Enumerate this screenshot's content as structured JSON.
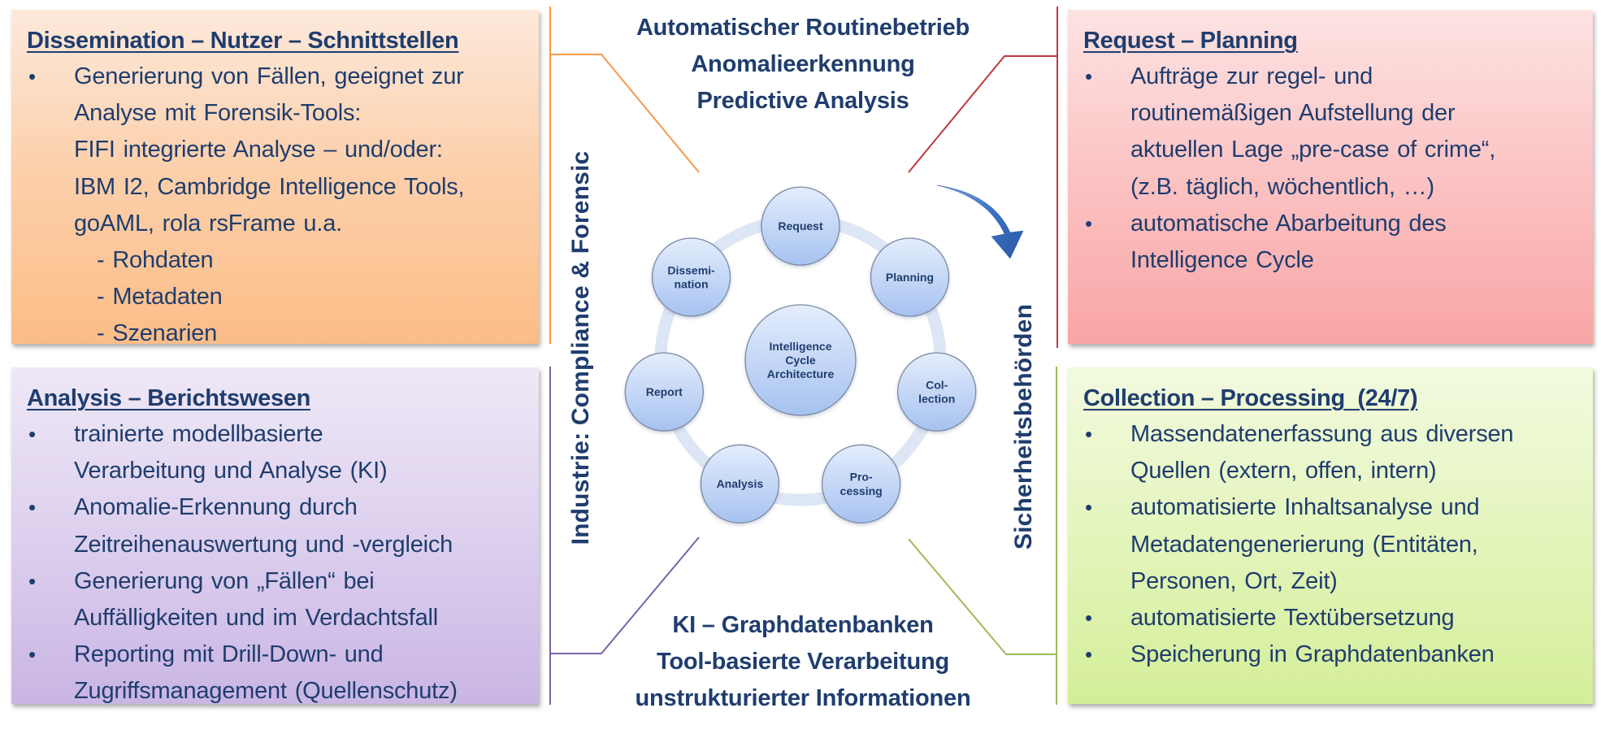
{
  "colors": {
    "text": "#1f3d6e",
    "orange": "#f39a4a",
    "red": "#c0393c",
    "purple": "#7a63a8",
    "green": "#9bbb59",
    "node_fill_top": "#e2ecfc",
    "node_fill_bottom": "#a8c4f1",
    "arrow": "#2f66bd"
  },
  "boxes": {
    "dissemination": {
      "title": "Dissemination – Nutzer – Schnittstellen",
      "items": [
        {
          "lines": [
            "Generierung von Fällen, geeignet zur",
            "Analyse mit Forensik-Tools:",
            "FIFI integrierte Analyse – und/oder:",
            "IBM I2, Cambridge Intelligence Tools,",
            "goAML, rola rsFrame u.a."
          ]
        }
      ],
      "sub_items": [
        "- Rohdaten",
        "- Metadaten",
        "- Szenarien"
      ]
    },
    "request": {
      "title": "Request – Planning",
      "items": [
        {
          "lines": [
            "Aufträge zur regel- und",
            "routinemäßigen Aufstellung der",
            "aktuellen Lage „pre-case of crime“,",
            "(z.B. täglich, wöchentlich, …)"
          ]
        },
        {
          "lines": [
            "automatische Abarbeitung des",
            "Intelligence Cycle"
          ]
        }
      ]
    },
    "analysis": {
      "title": "Analysis – Berichtswesen",
      "items": [
        {
          "lines": [
            "trainierte modellbasierte",
            "Verarbeitung und Analyse (KI)"
          ]
        },
        {
          "lines": [
            "Anomalie-Erkennung durch",
            "Zeitreihenauswertung und -vergleich"
          ]
        },
        {
          "lines": [
            "Generierung von „Fällen“ bei",
            "Auffälligkeiten und im Verdachtsfall"
          ]
        },
        {
          "lines": [
            "Reporting mit Drill-Down- und",
            "Zugriffsmanagement (Quellenschutz)"
          ]
        }
      ]
    },
    "collection": {
      "title": "Collection – Processing  (24/7)",
      "items": [
        {
          "lines": [
            "Massendatenerfassung aus diversen",
            "Quellen (extern, offen, intern)"
          ]
        },
        {
          "lines": [
            "automatisierte Inhaltsanalyse und",
            "Metadatengenerierung (Entitäten,",
            "Personen, Ort, Zeit)"
          ]
        },
        {
          "lines": [
            "automatisierte Textübersetzung"
          ]
        },
        {
          "lines": [
            "Speicherung in Graphdatenbanken"
          ]
        }
      ]
    }
  },
  "center": {
    "top_lines": [
      "Automatischer Routinebetrieb",
      "Anomalieerkennung",
      "Predictive Analysis"
    ],
    "bottom_lines": [
      "KI – Graphdatenbanken",
      "Tool-basierte Verarbeitung",
      "unstrukturierter Informationen"
    ],
    "left_vertical": "Industrie: Compliance & Forensic",
    "right_vertical": "Sicherheitsbehörden"
  },
  "cycle": {
    "hub": [
      "Intelligence",
      "Cycle",
      "Architecture"
    ],
    "nodes": [
      {
        "id": "request",
        "lines": [
          "Request"
        ]
      },
      {
        "id": "planning",
        "lines": [
          "Planning"
        ]
      },
      {
        "id": "collection",
        "lines": [
          "Col-",
          "lection"
        ]
      },
      {
        "id": "processing",
        "lines": [
          "Pro-",
          "cessing"
        ]
      },
      {
        "id": "analysis",
        "lines": [
          "Analysis"
        ]
      },
      {
        "id": "report",
        "lines": [
          "Report"
        ]
      },
      {
        "id": "dissemination",
        "lines": [
          "Dissemi-",
          "nation"
        ]
      }
    ],
    "direction": "clockwise"
  }
}
